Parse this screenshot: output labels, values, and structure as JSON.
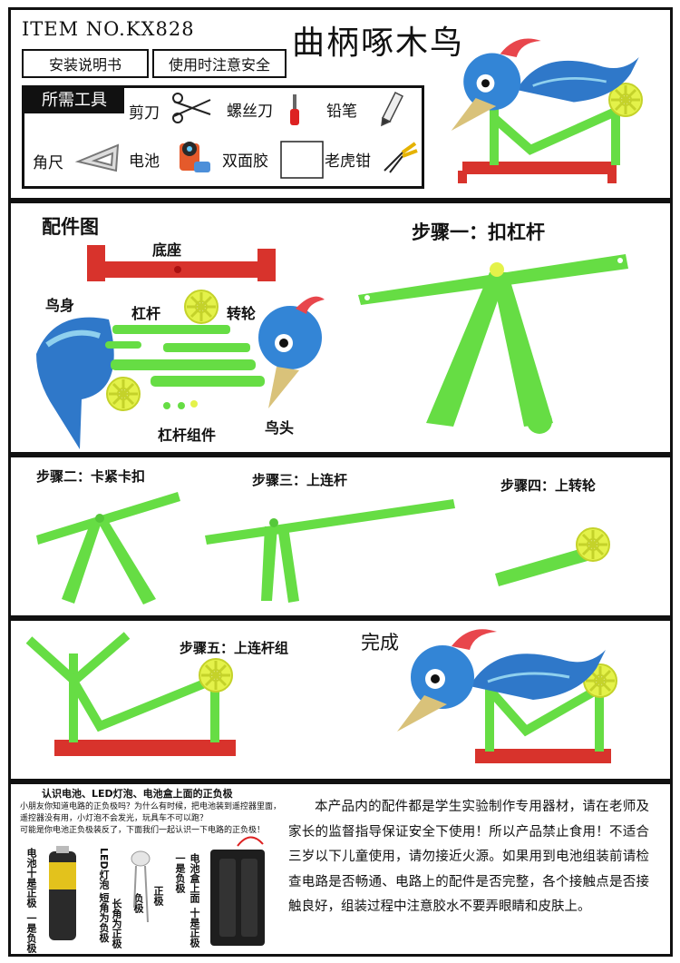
{
  "header": {
    "item_no": "ITEM NO.KX828",
    "title": "曲柄啄木鸟",
    "tab_manual": "安装说明书",
    "tab_safety": "使用时注意安全"
  },
  "tools": {
    "heading": "所需工具",
    "items": [
      "剪刀",
      "螺丝刀",
      "铅笔",
      "角尺",
      "电池",
      "双面胶",
      "老虎钳"
    ]
  },
  "parts": {
    "heading": "配件图",
    "base": "底座",
    "body": "鸟身",
    "lever": "杠杆",
    "wheel": "转轮",
    "lever_set": "杠杆组件",
    "head": "鸟头"
  },
  "steps": {
    "step1": "步骤一：扣杠杆",
    "step2": "步骤二：卡紧卡扣",
    "step3": "步骤三：上连杆",
    "step4": "步骤四：上转轮",
    "step5": "步骤五：上连杆组",
    "done": "完成"
  },
  "battery": {
    "title": "认识电池、LED灯泡、电池盒上面的正负极",
    "line1": "小朋友你知道电路的正负极吗？为什么有时候，把电池装到遥控器里面，",
    "line2": "遥控器没有用，小灯泡不会发光，玩具车不可以跑？",
    "line3": "可能是你电池正负极装反了，下面我们一起认识一下电路的正负极！",
    "cell_plus": "电池十是正极",
    "cell_minus": "一是负极",
    "led_short": "LED灯泡 短角为负极",
    "led_long": "长角为正极",
    "led_neg": "负极",
    "led_pos": "正极",
    "box_minus": "一是负极",
    "box_top": "电池盒上面",
    "box_plus": "十是正极"
  },
  "notice": "本产品内的配件都是学生实验制作专用器材，请在老师及家长的监督指导保证安全下使用！所以产品禁止食用！不适合三岁以下儿童使用，请勿接近火源。如果用到电池组装前请检查电路是否畅通、电路上的配件是否完整，各个接触点是否接触良好，组装过程中注意胶水不要弄眼睛和皮肤上。",
  "colors": {
    "green": "#66dd44",
    "green_dark": "#3fae2a",
    "red": "#d8332c",
    "yellow": "#e4f24a",
    "bird_blue": "#2f78c9",
    "beak": "#d9c27a",
    "crest": "#e8464c"
  },
  "icons": [
    "scissors-icon",
    "screwdriver-icon",
    "pencil-icon",
    "set-square-icon",
    "battery-icon",
    "tape-icon",
    "pliers-icon"
  ]
}
